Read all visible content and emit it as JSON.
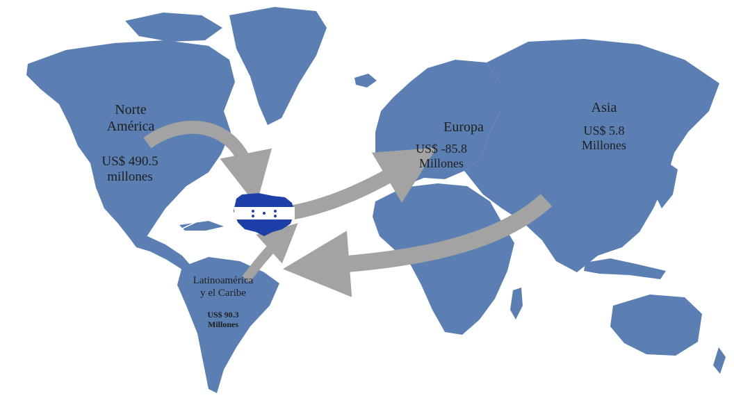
{
  "colors": {
    "land": "#5b7fb2",
    "arrow": "#a3a3a3",
    "flag_blue": "#1c3fa8",
    "flag_white": "#ffffff",
    "text": "#1e1e1e"
  },
  "regions": {
    "north_america": {
      "name": "Norte\nAmérica",
      "amount": "US$ 490.5\nmillones"
    },
    "europe": {
      "name": "Europa",
      "amount": "US$ -85.8\nMillones"
    },
    "asia": {
      "name": "Asia",
      "amount": "US$ 5.8\nMillones"
    },
    "latin_america": {
      "name": "Latinoamérica\ny el Caribe",
      "amount": "US$ 90.3\nMillones"
    }
  },
  "icons": {
    "flag": "honduras-flag-icon",
    "arrow": "flow-arrow-icon"
  }
}
